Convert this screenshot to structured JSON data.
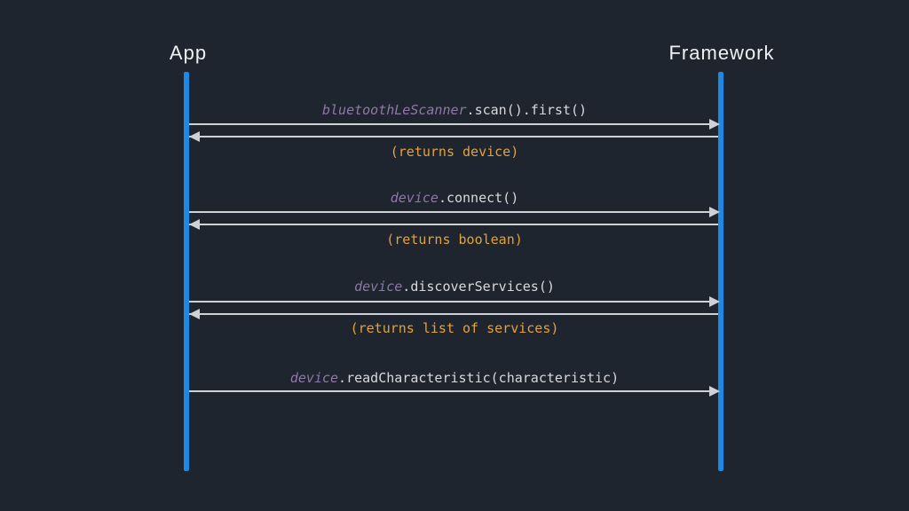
{
  "colors": {
    "background": "#1f252e",
    "lifeline_blue": "#1e88e5",
    "arrow_gray": "#ced1d5",
    "object_purple": "#9077a9",
    "code_text": "#d7d9dc",
    "return_orange": "#e2a23c",
    "title_white": "#eef1f3"
  },
  "diagram": {
    "actors": [
      {
        "name": "App"
      },
      {
        "name": "Framework"
      }
    ],
    "messages": [
      {
        "call_object": "bluetoothLeScanner",
        "call_rest": ".scan().first()",
        "return_label": "(returns device)"
      },
      {
        "call_object": "device",
        "call_rest": ".connect()",
        "return_label": "(returns boolean)"
      },
      {
        "call_object": "device",
        "call_rest": ".discoverServices()",
        "return_label": "(returns list of services)"
      },
      {
        "call_object": "device",
        "call_rest": ".readCharacteristic(characteristic)",
        "return_label": ""
      }
    ]
  }
}
